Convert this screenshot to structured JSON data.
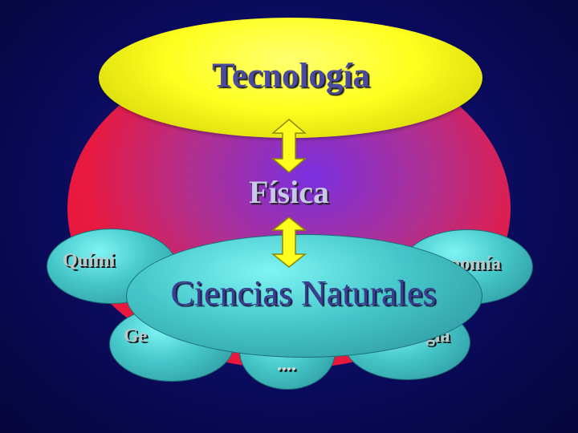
{
  "diagram": {
    "top": "Tecnología",
    "middle": "Física",
    "center": "Ciencias Naturales",
    "satellites": {
      "quimica": "Quími",
      "astronomia": "nomía",
      "geologia": "Ge",
      "biologia": "gía",
      "others": "...."
    }
  },
  "colors": {
    "background": "#0a0a5a",
    "outer_ellipse": "#e81a40",
    "top_ellipse": "#ffff20",
    "satellites": "#45c7c9",
    "arrows": "#ffff20"
  }
}
